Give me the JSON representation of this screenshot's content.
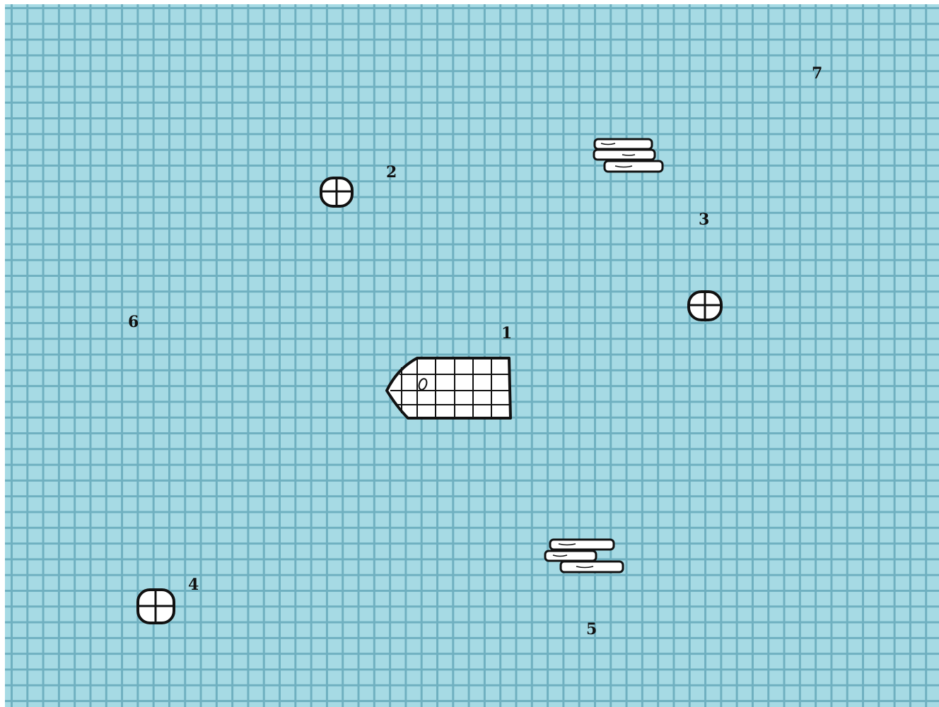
{
  "map": {
    "labels": {
      "l1": "1",
      "l2": "2",
      "l3": "3",
      "l4": "4",
      "l5": "5",
      "l6": "6",
      "l7": "7"
    },
    "colors": {
      "water": "#a6dae4",
      "grid": "#6fb0c0",
      "ink": "#111111",
      "raft": "#ffffff"
    },
    "icons": [
      "ship-icon",
      "buoy-icon",
      "log-pile-icon"
    ]
  }
}
